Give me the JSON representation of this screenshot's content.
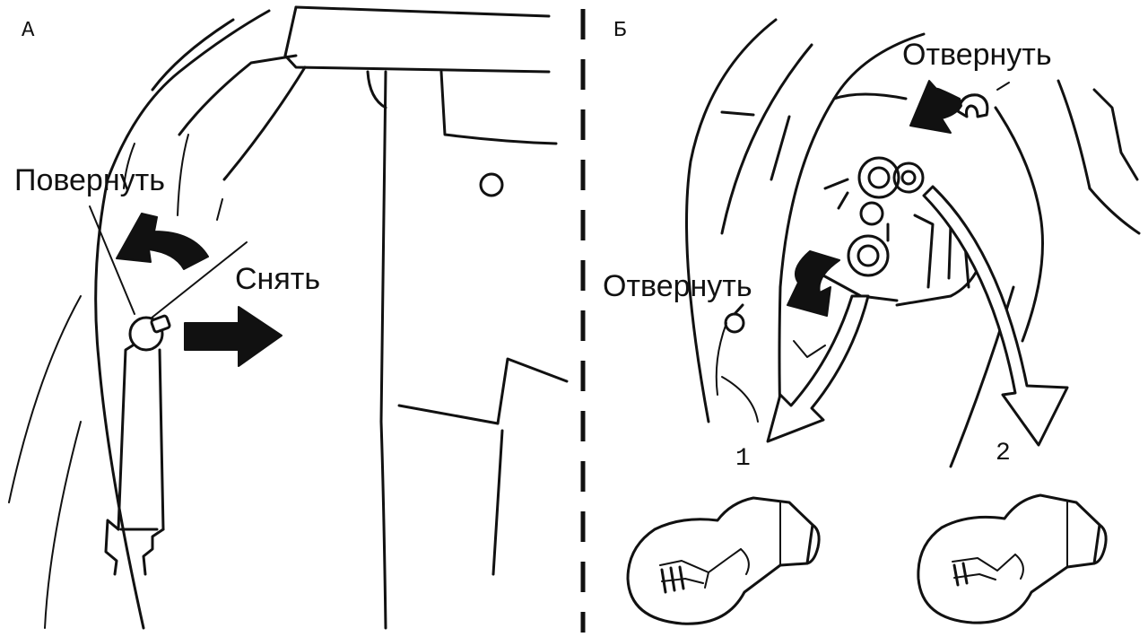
{
  "panels": {
    "a": {
      "letter": "А",
      "turn_label": "Повернуть",
      "remove_label": "Снять"
    },
    "b": {
      "letter": "Б",
      "unscrew_top_label": "Отвернуть",
      "unscrew_left_label": "Отвернуть",
      "bulb_1_number": "1",
      "bulb_2_number": "2"
    }
  },
  "colors": {
    "ink": "#111111",
    "paper": "#ffffff"
  }
}
